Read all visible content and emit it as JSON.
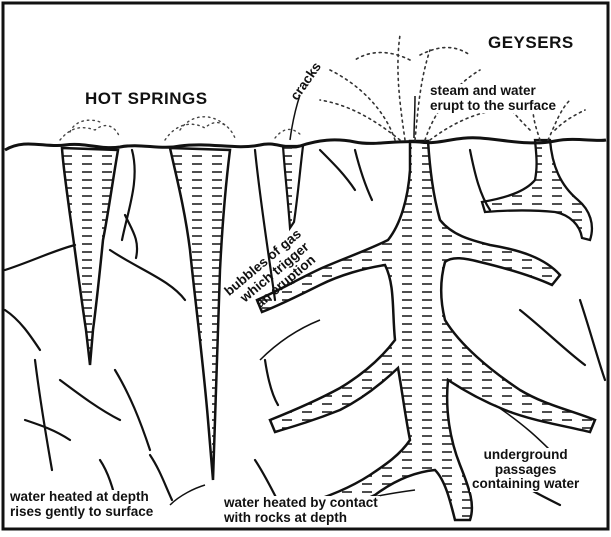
{
  "labels": {
    "hot_springs": "HOT SPRINGS",
    "geysers": "GEYSERS",
    "cracks": "cracks",
    "steam_line1": "steam and water",
    "steam_line2": "erupt to the surface",
    "bubbles_line1": "bubbles of gas",
    "bubbles_line2": "which trigger",
    "bubbles_line3": "an eruption",
    "underground_line1": "underground",
    "underground_line2": "passages",
    "underground_line3": "containing water",
    "heated_depth_line1": "water heated at depth",
    "heated_depth_line2": "rises gently to surface",
    "heated_contact_line1": "water heated by contact",
    "heated_contact_line2": "with rocks at depth"
  }
}
